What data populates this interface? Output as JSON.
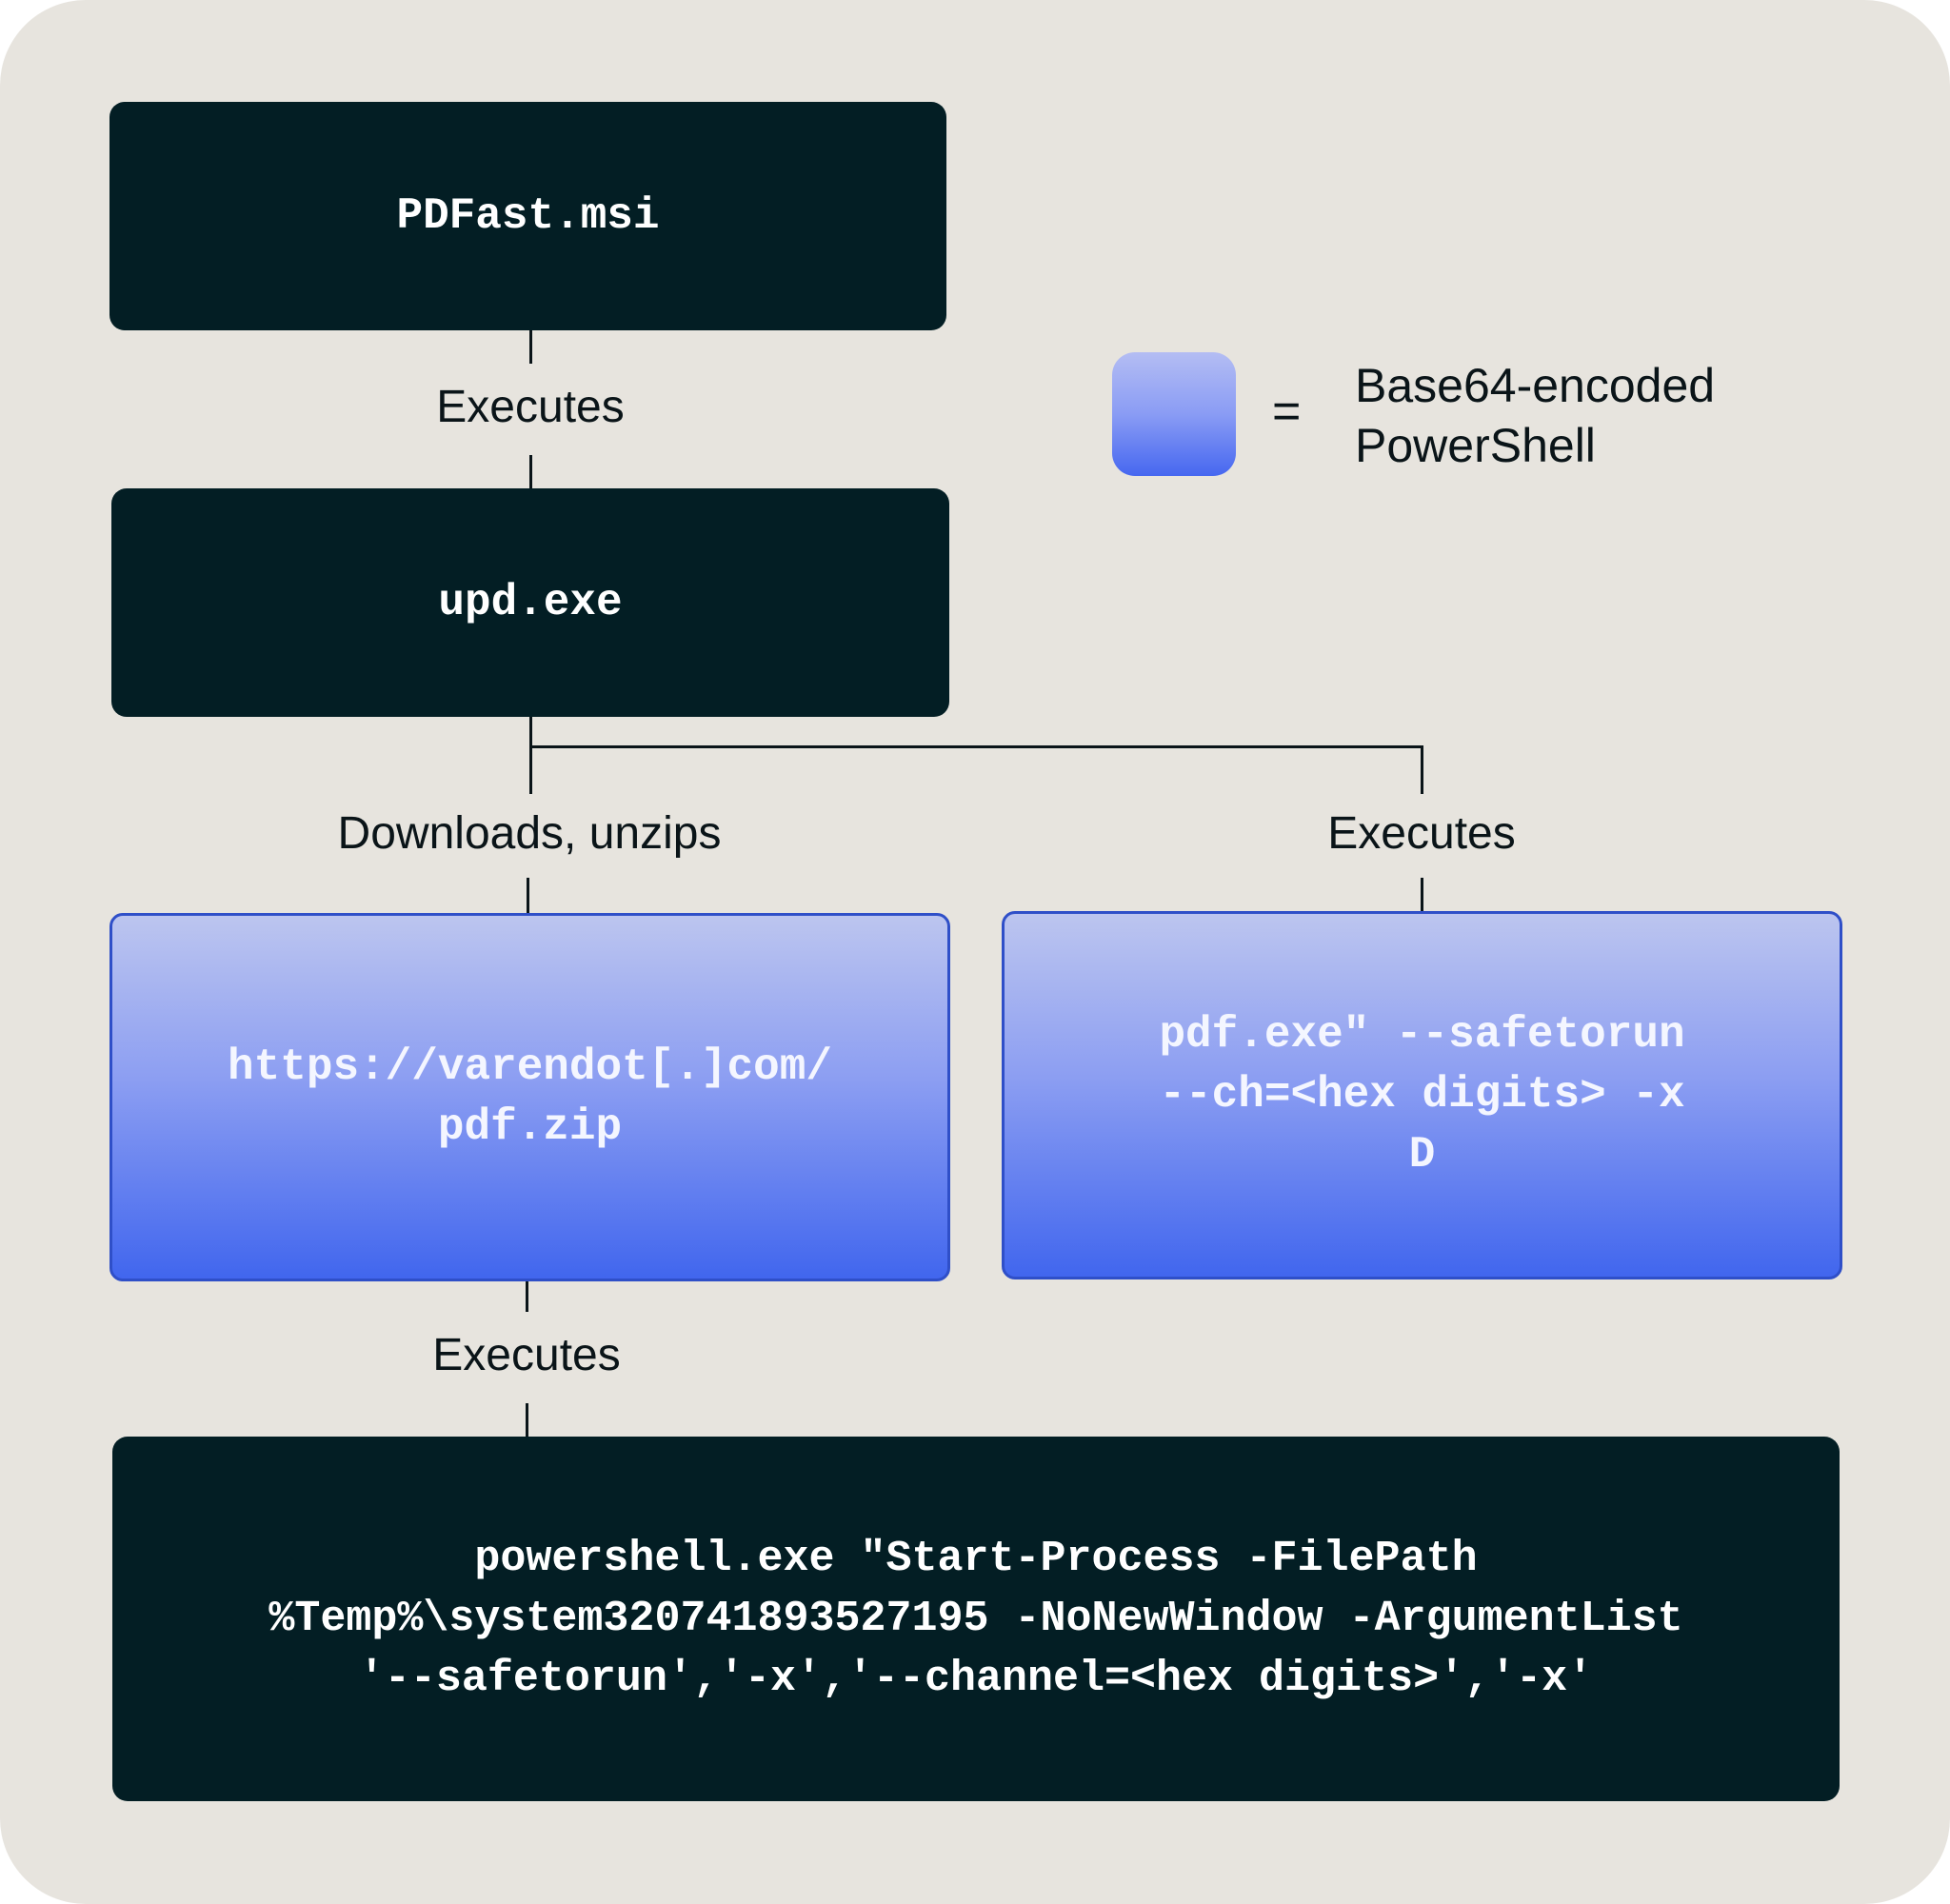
{
  "nodes": {
    "msi": {
      "text": "PDFast.msi"
    },
    "upd": {
      "text": "upd.exe"
    },
    "zip": {
      "text": "https://varendot[.]com/\npdf.zip"
    },
    "pdfexe": {
      "text": "pdf.exe\" --safetorun\n--ch=<hex digits> -x\nD"
    },
    "powershell": {
      "text": "powershell.exe \"Start-Process -FilePath\n%Temp%\\system320741893527195 -NoNewWindow -ArgumentList\n'--safetorun','-x','--channel=<hex digits>','-x'"
    }
  },
  "edges": {
    "msi_to_upd": "Executes",
    "upd_to_zip": "Downloads, unzips",
    "upd_to_pdfexe": "Executes",
    "zip_to_powershell": "Executes"
  },
  "legend": {
    "equals": "=",
    "text": "Base64-encoded\nPowerShell"
  },
  "colors": {
    "dark_box": "#031e24",
    "blue_box_top": "#bcc5ef",
    "blue_box_bottom": "#4166ee",
    "background": "#e7e4de"
  }
}
